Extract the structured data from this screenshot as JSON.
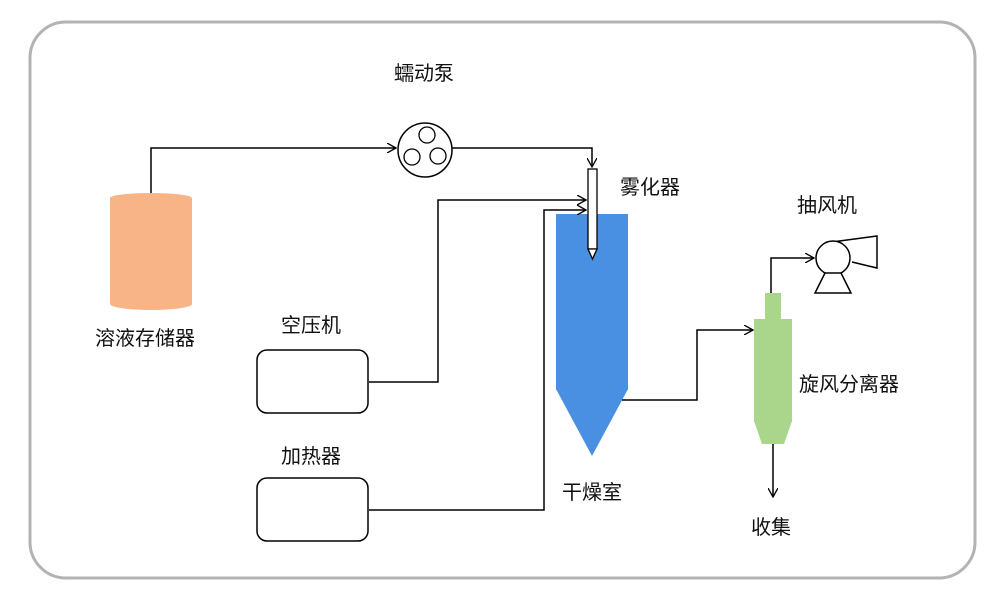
{
  "diagram": {
    "labels": {
      "pump": "蠕动泵",
      "atomizer": "雾化器",
      "exhaust_fan": "抽风机",
      "solution_tank": "溶液存储器",
      "air_compressor": "空压机",
      "heater": "加热器",
      "drying_chamber": "干燥室",
      "cyclone": "旋风分离器",
      "collection": "收集"
    },
    "colors": {
      "frame": "#b3b3b3",
      "tank": "#f8b386",
      "chamber": "#4a90e2",
      "cyclone": "#a9d68a",
      "line": "#000000"
    }
  }
}
